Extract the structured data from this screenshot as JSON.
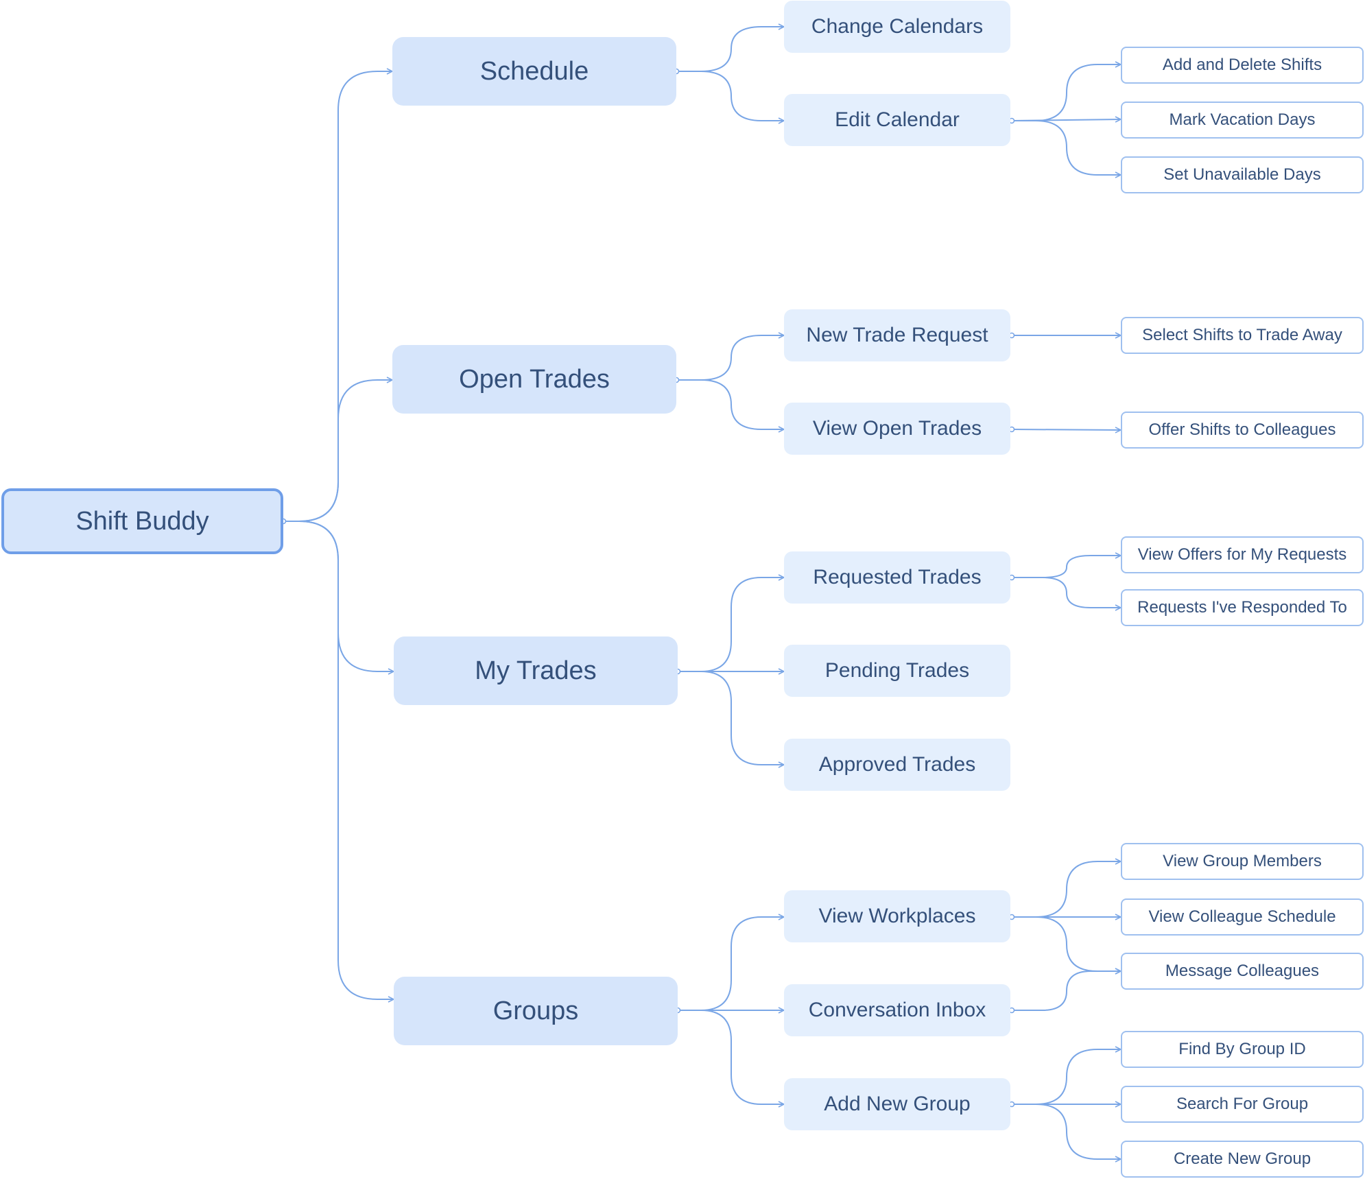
{
  "diagram": {
    "root": {
      "label": "Shift Buddy"
    },
    "branches": [
      {
        "label": "Schedule",
        "children": [
          {
            "label": "Change Calendars",
            "children": []
          },
          {
            "label": "Edit Calendar",
            "children": [
              "Add and Delete Shifts",
              "Mark Vacation Days",
              "Set Unavailable Days"
            ]
          }
        ]
      },
      {
        "label": "Open Trades",
        "children": [
          {
            "label": "New Trade Request",
            "children": [
              "Select Shifts to Trade Away"
            ]
          },
          {
            "label": "View Open Trades",
            "children": [
              "Offer Shifts to Colleagues"
            ]
          }
        ]
      },
      {
        "label": "My Trades",
        "children": [
          {
            "label": "Requested Trades",
            "children": [
              "View Offers for My Requests",
              "Requests I've Responded To"
            ]
          },
          {
            "label": "Pending Trades",
            "children": []
          },
          {
            "label": "Approved Trades",
            "children": []
          }
        ]
      },
      {
        "label": "Groups",
        "children": [
          {
            "label": "View Workplaces",
            "children": [
              "View Group Members",
              "View Colleague Schedule",
              "Message Colleagues"
            ]
          },
          {
            "label": "Conversation Inbox",
            "children": [
              "Message Colleagues"
            ]
          },
          {
            "label": "Add New Group",
            "children": [
              "Find By Group ID",
              "Search For Group",
              "Create New Group"
            ]
          }
        ]
      }
    ],
    "colors": {
      "connector": "#7aa6e6",
      "text": "#34507a",
      "root_fill": "#d6e5fb",
      "root_border": "#6f9ee8",
      "level2_fill": "#e4effd",
      "leaf_border": "#9fc0ef"
    }
  }
}
